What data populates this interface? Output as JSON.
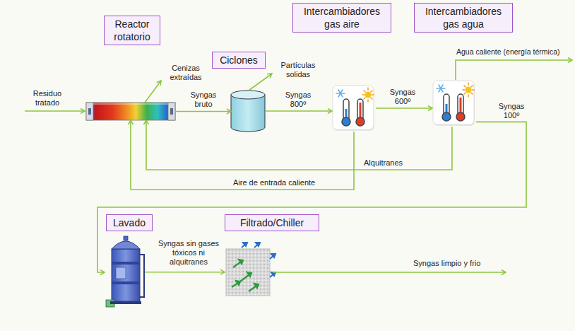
{
  "diagram": {
    "nodes": [
      {
        "text": [
          "Reactor rotatorio"
        ]
      },
      {
        "text": [
          "Ciclones"
        ]
      },
      {
        "text": [
          "Intercambiadores gas aire"
        ]
      },
      {
        "text": [
          "Intercambiadores gas agua"
        ]
      },
      {
        "text": [
          "Lavado"
        ]
      },
      {
        "text": [
          "Filtrado/Chiller"
        ]
      }
    ],
    "edges": [
      {
        "from": 0,
        "to": 1,
        "arrow": "to",
        "label": "Syngas bruto"
      },
      {
        "from": 1,
        "to": 2,
        "arrow": "to",
        "label": "Syngas 800º"
      },
      {
        "from": 2,
        "to": 3,
        "arrow": "to",
        "label": "Syngas 600º"
      },
      {
        "from": 3,
        "to": 4,
        "arrow": "to",
        "label": "Syngas 100º"
      },
      {
        "from": 4,
        "to": 5,
        "arrow": "to",
        "label": "Syngas sin gases tóxicos ni alquitranes"
      },
      {
        "from": 3,
        "to": 0,
        "arrow": "to",
        "label": "Alquitranes"
      },
      {
        "from": 2,
        "to": 0,
        "arrow": "to",
        "label": "Aire de entrada caliente"
      }
    ],
    "labels": [
      "Residuo tratado",
      "Cenizas extraídas",
      "Partículas solidas",
      "Agua caliente (energía térmica)",
      "Syngas limpio y frio"
    ]
  }
}
